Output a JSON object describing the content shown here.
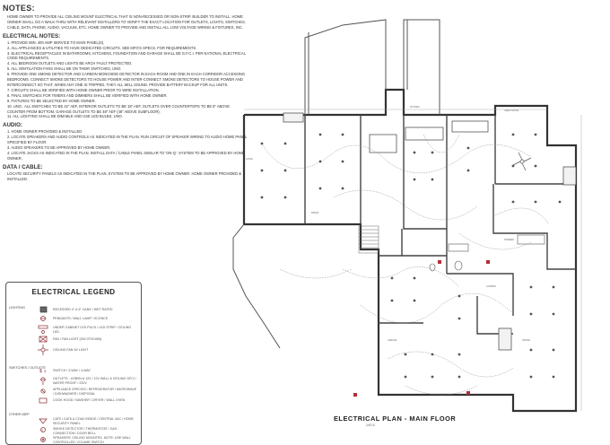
{
  "notes": {
    "title": "NOTES:",
    "intro": "HOME OWNER TO PROVIDE ALL CEILING MOUNT ELECTRICAL THAT IS NON-RECESSED OR NON-STRIP. BUILDER TO INSTALL. HOME OWNER SHALL GO A WALK-THRU WITH RELEVANT INSTALLERS TO VERIFY THE EXACT LOCATION FOR OUTLETS, LIGHTS, SWITCHES, CABLE, DATA, PHONE, AUDIO, VACUUM, ETC. HOME OWNER TO PROVIDE AND INSTALL ALL LOW VOLTAGE WIRING & FIXTURES, INC.",
    "electrical_title": "ELECTRICAL NOTES:",
    "electrical": [
      "1. PROVIDE MIN. 400 AMP SERVICE TO MAIN PANEL(S).",
      "2. ALL APPLIANCES & UTILITIES TO HAVE DEDICATED CIRCUITS. SEE MFG'S SPECS. FOR REQUIREMENTS.",
      "3. ELECTRICAL RECEPTACLES IN BATHROOMS, KITCHENS, FOUNDATION AND GARAGE SHALL BE G.F.C.I. PER NATIONAL ELECTRICAL CODE REQUIREMENTS.",
      "4. ALL BEDROOM OUTLETS AND LIGHTS BE ARCH FAULT PROTECTED.",
      "5. ALL VENTILATION FANS SHALL BE ON THEIR SWITCHES, UNO.",
      "6. PROVIDE ONE SMOKE DETECTOR AND CARBON MONOXIDE DETECTOR IN EACH ROOM AND ONE IN EACH CORRIDOR ACCESSING BEDROOMS. CONNECT SMOKE DETECTORS TO HOUSE POWER AND INTER-CONNECT SMOKE DETECTORS TO HOUSE POWER AND INTERCONNECT SO THAT, WHEN ANY ONE IS TRIPPED, THEY ALL WILL SOUND. PROVIDE BATTERY BACKUP FOR ALL UNITS.",
      "7. CIRCUITS SHALL BE VERIFIED WITH HOME OWNER PRIOR TO WIRE INSTALLATION.",
      "8. FINAL SWITCHES FOR TIMERS AND DIMMERS SHALL BE VERIFIED WITH HOME OWNER.",
      "9. FIXTURES TO BE SELECTED BY HOME OWNER.",
      "10. UNO.: ALL SWITCHES TO BE 42\" AEF, INTERIOR OUTLETS TO BE 18\" AEF, OUTLETS OVER COUNTERTOPS TO BE 8\" ABOVE COUNTER FROM BOTTOM, GARAGE OUTLETS TO BE 48\" AEF (48\" ABOVE SUBFLOOR).",
      "11. ALL LIGHTING SHALL BE DIMABLE AND USE LED BULBS, UNO."
    ],
    "audio_title": "AUDIO:",
    "audio": [
      "1. HOME OWNER PROVIDED & INSTALLED",
      "2. LOCATE SPEAKERS AND AUDIO CONTROLS AS INDICATED IN THE PLAN. RUN CIRCUIT OF SPEAKER WIRING TO AUDIO HOME PANEL SPECIFIED BY FLOOR.",
      "3. AUDIO SPEAKERS TO BE APPROVED BY HOME OWNER.",
      "4. LOCATE JACKS AS INDICATED IN THE PLAN. INSTALL DATA / CABLE PANEL SIMILAR TO 'ON-Q'. SYSTEM TO BE APPROVED BY HOME OWNER."
    ],
    "data_title": "DATA / CABLE:",
    "data": [
      "LOCATE SECURITY PANELS AS INDICATED IN THE PLAN. SYSTEM TO BE APPROVED BY HOME OWNER. HOME OWNER PROVIDED & INSTALLED."
    ]
  },
  "legend": {
    "title": "ELECTRICAL LEGEND",
    "categories": {
      "lighting": "LIGHTING",
      "switches": "SWITCHES / OUTLETS",
      "other": "OTHER MEP"
    },
    "items": [
      "RECESSED 4\" & 6\" CANS / WET RATED",
      "PENDANTS / WALL LAMP / SCONCE",
      "UNDER CABINET LED PUCK / LED STRIP / CEILING LED",
      "FAN / FAN LIGHT (200 CFM MIN)",
      "CEILING FAN W/ LIGHT",
      "SWITCH / 3-WAY / 4-WAY",
      "OUTLETS - USB/IN & 12V / 12V WALL & CEILING GFCI / WATER PROOF / 220V",
      "APPLIANCE SPECIFIC: REFRIGERATOR / MICROWAVE / DISHWASHER / DISPOSAL",
      "COOK HOOD / WASHER / DRYER / WALL OVEN",
      "CAT5 / CAT6 & COAX INSIDE / CENTRAL VAC / HOME SECURITY PANEL",
      "SMOKE DETECTOR / THERMOSTAT / GAS CONNECTION / DOOR BELL",
      "SPEAKERS: CEILING MOUNTED. NOTE: USE WALL CONTROLLED. VOLUME SWITCH"
    ]
  },
  "plan": {
    "title": "ELECTRICAL PLAN - MAIN FLOOR",
    "scale": "1/4\"=1'"
  },
  "colors": {
    "ink": "#333333",
    "wiring": "#8a8a8a",
    "accent": "#b0303a"
  }
}
